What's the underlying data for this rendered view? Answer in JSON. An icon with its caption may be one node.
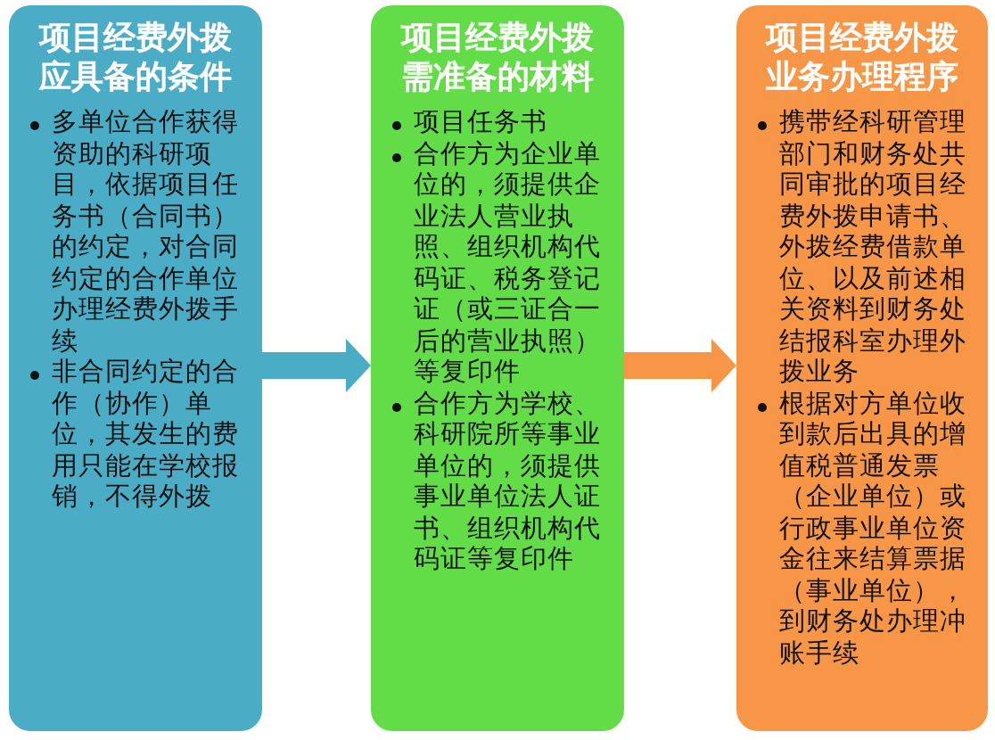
{
  "diagram": {
    "nodes": [
      {
        "text": [
          "项目经费外拨应具备的条件",
          "多单位合作获得资助的科研项目，依据项目任务书（合同书）的约定，对合同约定的合作单位办理经费外拨手续",
          "非合同约定的合作（协作）单位，其发生的费用只能在学校报销，不得外拨"
        ]
      },
      {
        "text": [
          "项目经费外拨需准备的材料",
          "项目任务书",
          "合作方为企业单位的，须提供企业法人营业执照、组织机构代码证、税务登记证（或三证合一后的营业执照）等复印件",
          "合作方为学校、科研院所等事业单位的，须提供事业单位法人证书、组织机构代码证等复印件"
        ]
      },
      {
        "text": [
          "项目经费外拨业务办理程序",
          "携带经科研管理部门和财务处共同审批的项目经费外拨申请书、外拨经费借款单位、以及前述相关资料到财务处结报科室办理外拨业务",
          "根据对方单位收到款后出具的增值税普通发票（企业单位）或行政事业单位资金往来结算票据（事业单位），到财务处办理冲账手续"
        ]
      }
    ],
    "edges": [
      {
        "from": 0,
        "to": 1,
        "arrow": "to",
        "color": "#4bacc6"
      },
      {
        "from": 1,
        "to": 2,
        "arrow": "to",
        "color": "#f79646"
      }
    ]
  }
}
